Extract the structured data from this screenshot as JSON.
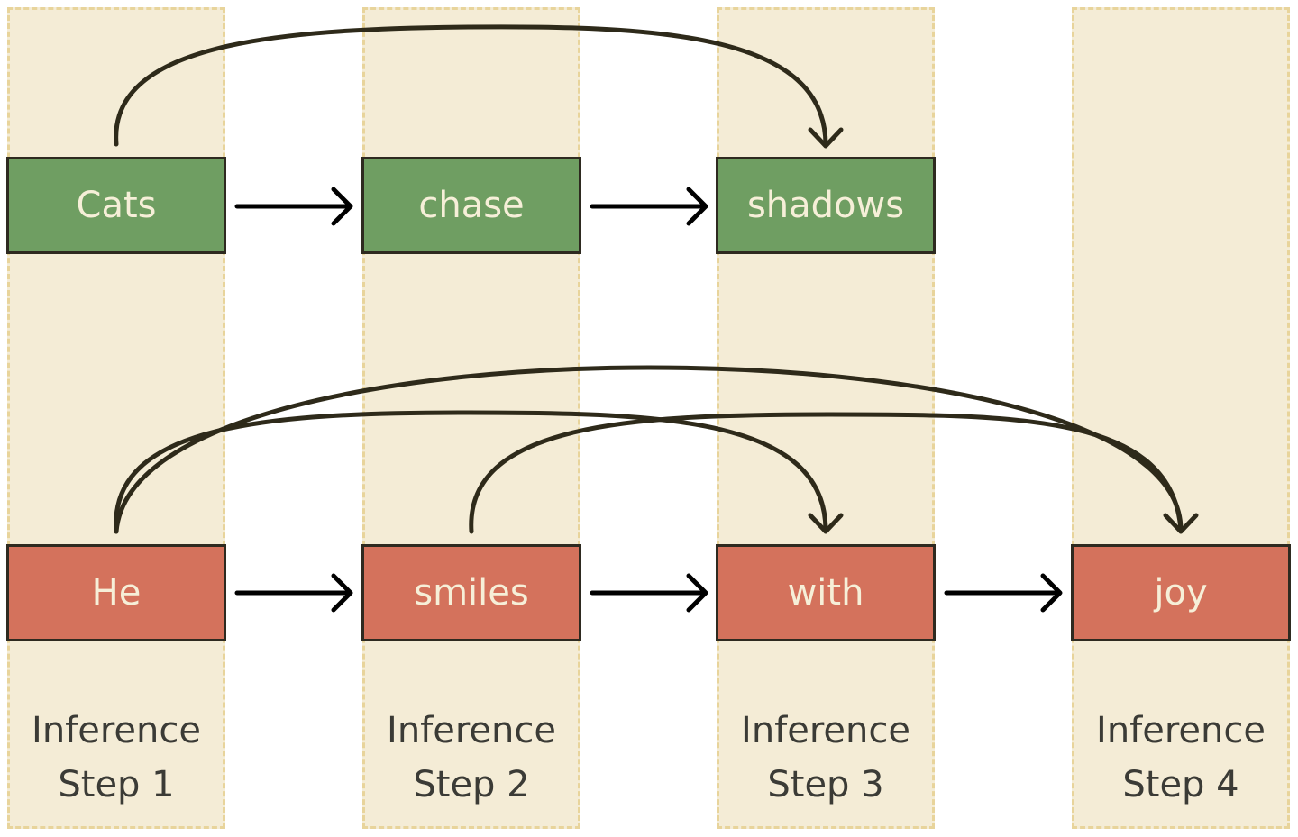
{
  "steps": [
    {
      "line1": "Inference",
      "line2": "Step 1"
    },
    {
      "line1": "Inference",
      "line2": "Step 2"
    },
    {
      "line1": "Inference",
      "line2": "Step 3"
    },
    {
      "line1": "Inference",
      "line2": "Step 4"
    }
  ],
  "sequence_1": {
    "color": "#6f9e62",
    "tokens": [
      "Cats",
      "chase",
      "shadows"
    ]
  },
  "sequence_2": {
    "color": "#d4725c",
    "tokens": [
      "He",
      "smiles",
      "with",
      "joy"
    ]
  },
  "edges": {
    "sequential_1": [
      [
        "Cats",
        "chase"
      ],
      [
        "chase",
        "shadows"
      ]
    ],
    "skip_1": [
      [
        "Cats",
        "shadows"
      ]
    ],
    "sequential_2": [
      [
        "He",
        "smiles"
      ],
      [
        "smiles",
        "with"
      ],
      [
        "with",
        "joy"
      ]
    ],
    "skip_2": [
      [
        "He",
        "with"
      ],
      [
        "He",
        "joy"
      ],
      [
        "smiles",
        "joy"
      ]
    ]
  },
  "colors": {
    "column_fill": "#f4ecd6",
    "column_border": "#e8d49b",
    "arrow": "#000000",
    "curve": "#2e2a1a"
  }
}
